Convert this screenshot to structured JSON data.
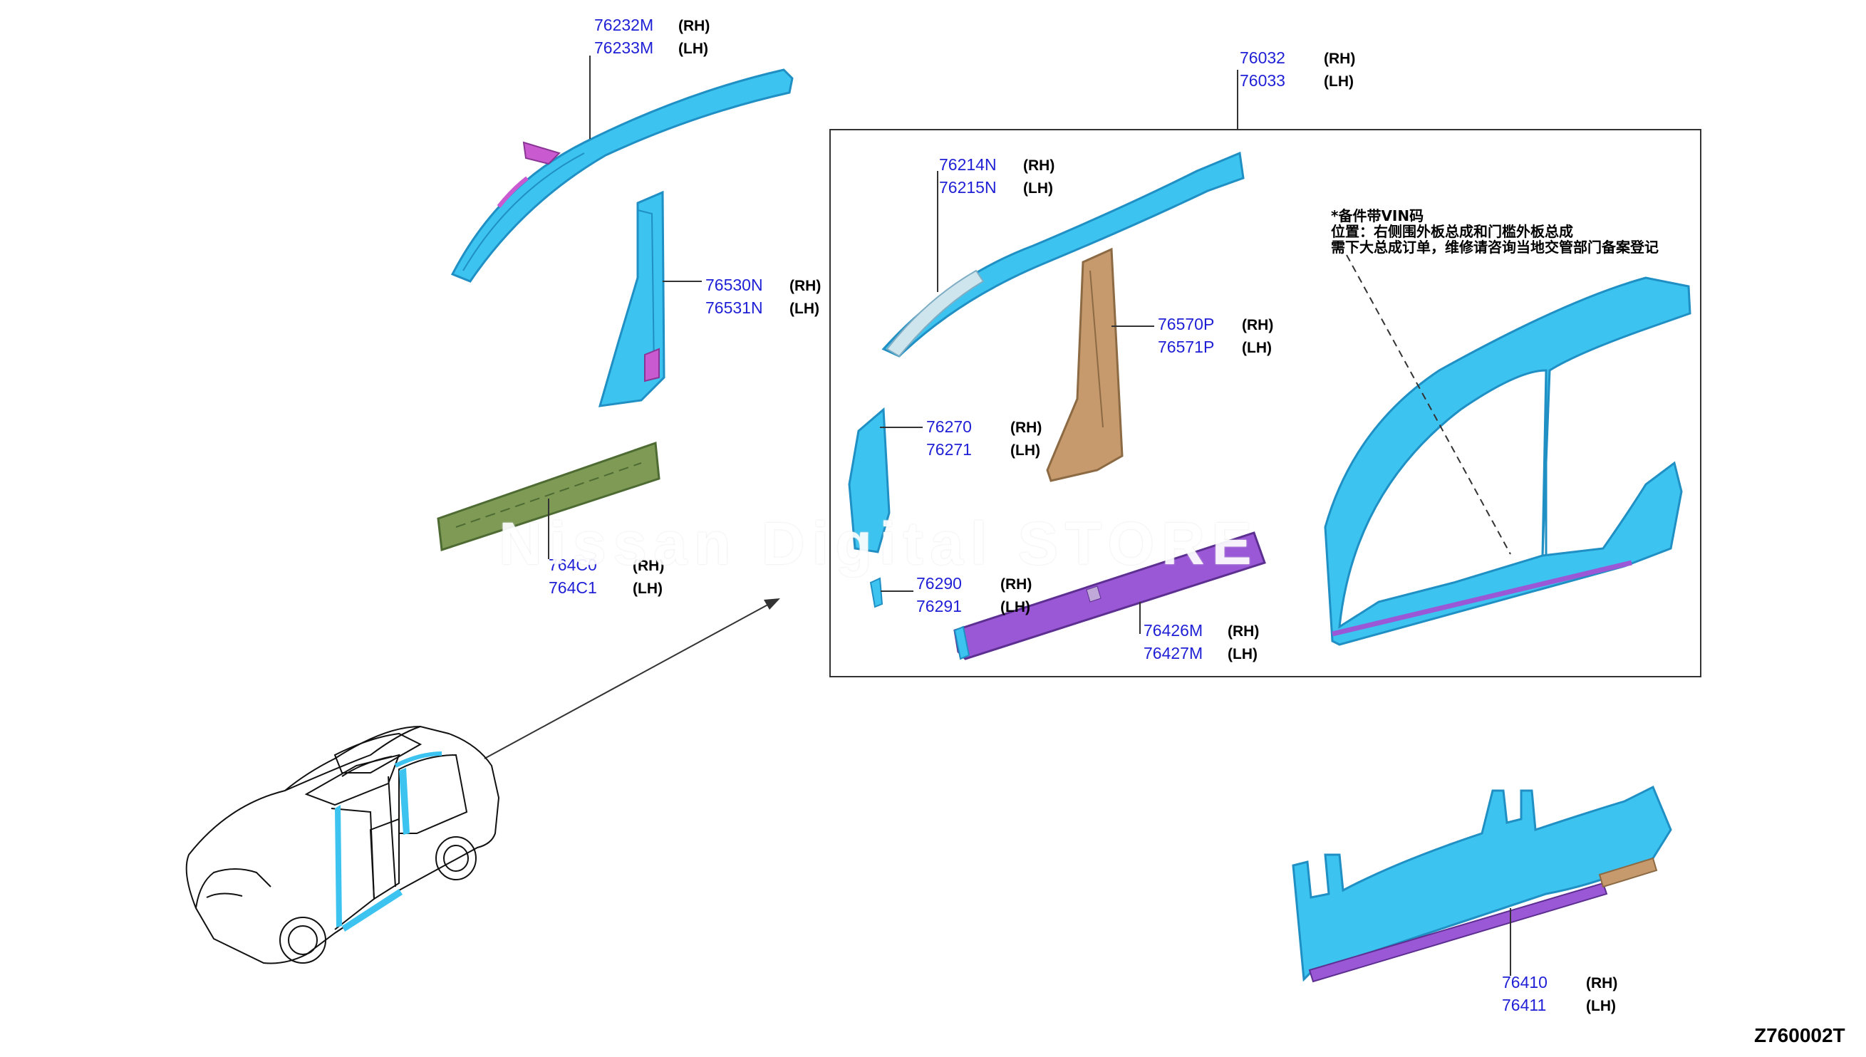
{
  "parts": {
    "roof_rail": {
      "rh": "76232M",
      "rh_side": "(RH)",
      "lh": "76233M",
      "lh_side": "(LH)"
    },
    "pillar_center": {
      "rh": "76530N",
      "rh_side": "(RH)",
      "lh": "76531N",
      "lh_side": "(LH)"
    },
    "sill_inner": {
      "rh": "764C0",
      "rh_side": "(RH)",
      "lh": "764C1",
      "lh_side": "(LH)"
    },
    "body_side_assy": {
      "rh": "76032",
      "rh_side": "(RH)",
      "lh": "76033",
      "lh_side": "(LH)"
    },
    "roof_rail_outer": {
      "rh": "76214N",
      "rh_side": "(RH)",
      "lh": "76215N",
      "lh_side": "(LH)"
    },
    "pillar_reinf": {
      "rh": "76570P",
      "rh_side": "(RH)",
      "lh": "76571P",
      "lh_side": "(LH)"
    },
    "front_pillar_lower": {
      "rh": "76270",
      "rh_side": "(RH)",
      "lh": "76271",
      "lh_side": "(LH)"
    },
    "bracket": {
      "rh": "76290",
      "rh_side": "(RH)",
      "lh": "76291",
      "lh_side": "(LH)"
    },
    "sill_outer": {
      "rh": "76426M",
      "rh_side": "(RH)",
      "lh": "76427M",
      "lh_side": "(LH)"
    },
    "sill_panel": {
      "rh": "76410",
      "rh_side": "(RH)",
      "lh": "76411",
      "lh_side": "(LH)"
    }
  },
  "note": {
    "line1": "*备件带VIN码",
    "line2": "位置：右侧围外板总成和门槛外板总成",
    "line3": "需下大总成订单，维修请咨询当地交管部门备案登记"
  },
  "watermark": "Nissan Digital STORE",
  "diagram_code": "Z760002T",
  "colors": {
    "part_blue": "#3cc3ef",
    "part_blue_dark": "#1f8fc4",
    "part_purple": "#9a58d6",
    "part_olive": "#7e9a55",
    "part_tan": "#c69a6c",
    "part_magenta": "#c95ad0",
    "callout_text": "#1f1fd6"
  }
}
